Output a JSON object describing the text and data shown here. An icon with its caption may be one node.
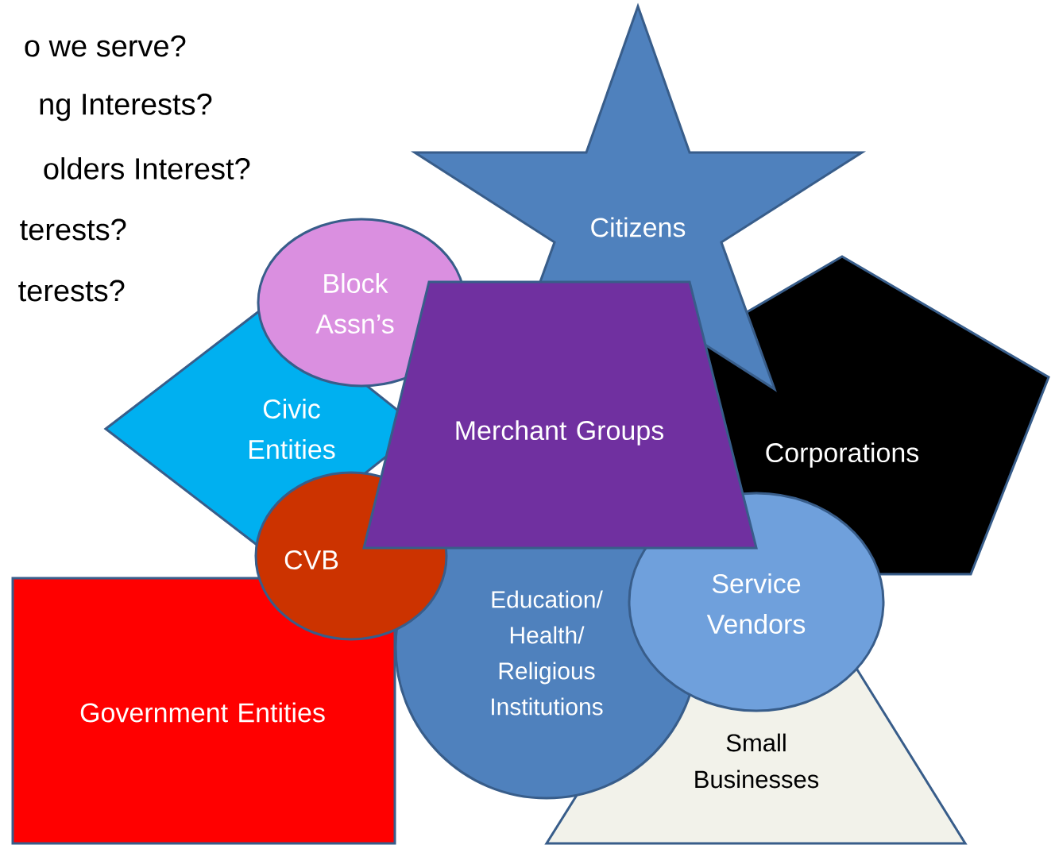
{
  "diagram": {
    "nodes": [
      {
        "text": [
          "Citizens"
        ]
      },
      {
        "text": [
          "Block Assn’s"
        ]
      },
      {
        "text": [
          "Civic Entities"
        ]
      },
      {
        "text": [
          "Merchant Groups"
        ]
      },
      {
        "text": [
          "Corporations"
        ]
      },
      {
        "text": [
          "CVB"
        ]
      },
      {
        "text": [
          "Service Vendors"
        ]
      },
      {
        "text": [
          "Government Entities"
        ]
      },
      {
        "text": [
          "Education/ Health/ Religious Institutions"
        ]
      },
      {
        "text": [
          "Small Businesses"
        ]
      }
    ],
    "labels": [
      "o we serve?",
      "ng Interests?",
      "olders Interest?",
      "terests?",
      "terests?"
    ]
  }
}
